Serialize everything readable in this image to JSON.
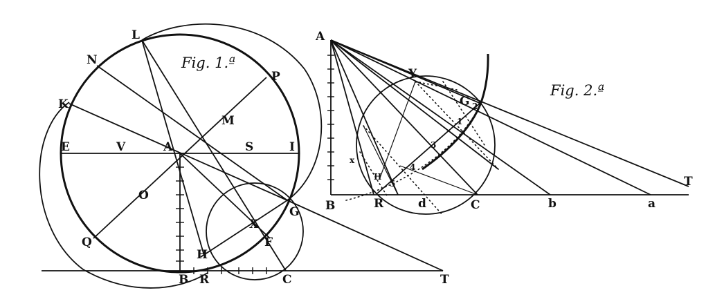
{
  "fig1": {
    "title": "Fig. 1.ª",
    "labels": {
      "L": "L",
      "N": "N",
      "P": "P",
      "K": "K",
      "M": "M",
      "E": "E",
      "V": "V",
      "A": "A",
      "S": "S",
      "I": "I",
      "O": "O",
      "G": "G",
      "Q": "Q",
      "X": "X",
      "F": "F",
      "H": "H",
      "B": "B",
      "R": "R",
      "C": "C",
      "T": "T"
    }
  },
  "fig2": {
    "title": "Fig. 2.ª",
    "labels": {
      "A": "A",
      "Y": "Y",
      "G": "G",
      "T": "T",
      "B": "B",
      "R": "R",
      "d": "d",
      "C": "C",
      "b": "b",
      "a": "a",
      "H": "H",
      "x": "x",
      "n1": "1",
      "n2": "2",
      "n3": "3",
      "n4": "4",
      "n5": "5"
    }
  }
}
